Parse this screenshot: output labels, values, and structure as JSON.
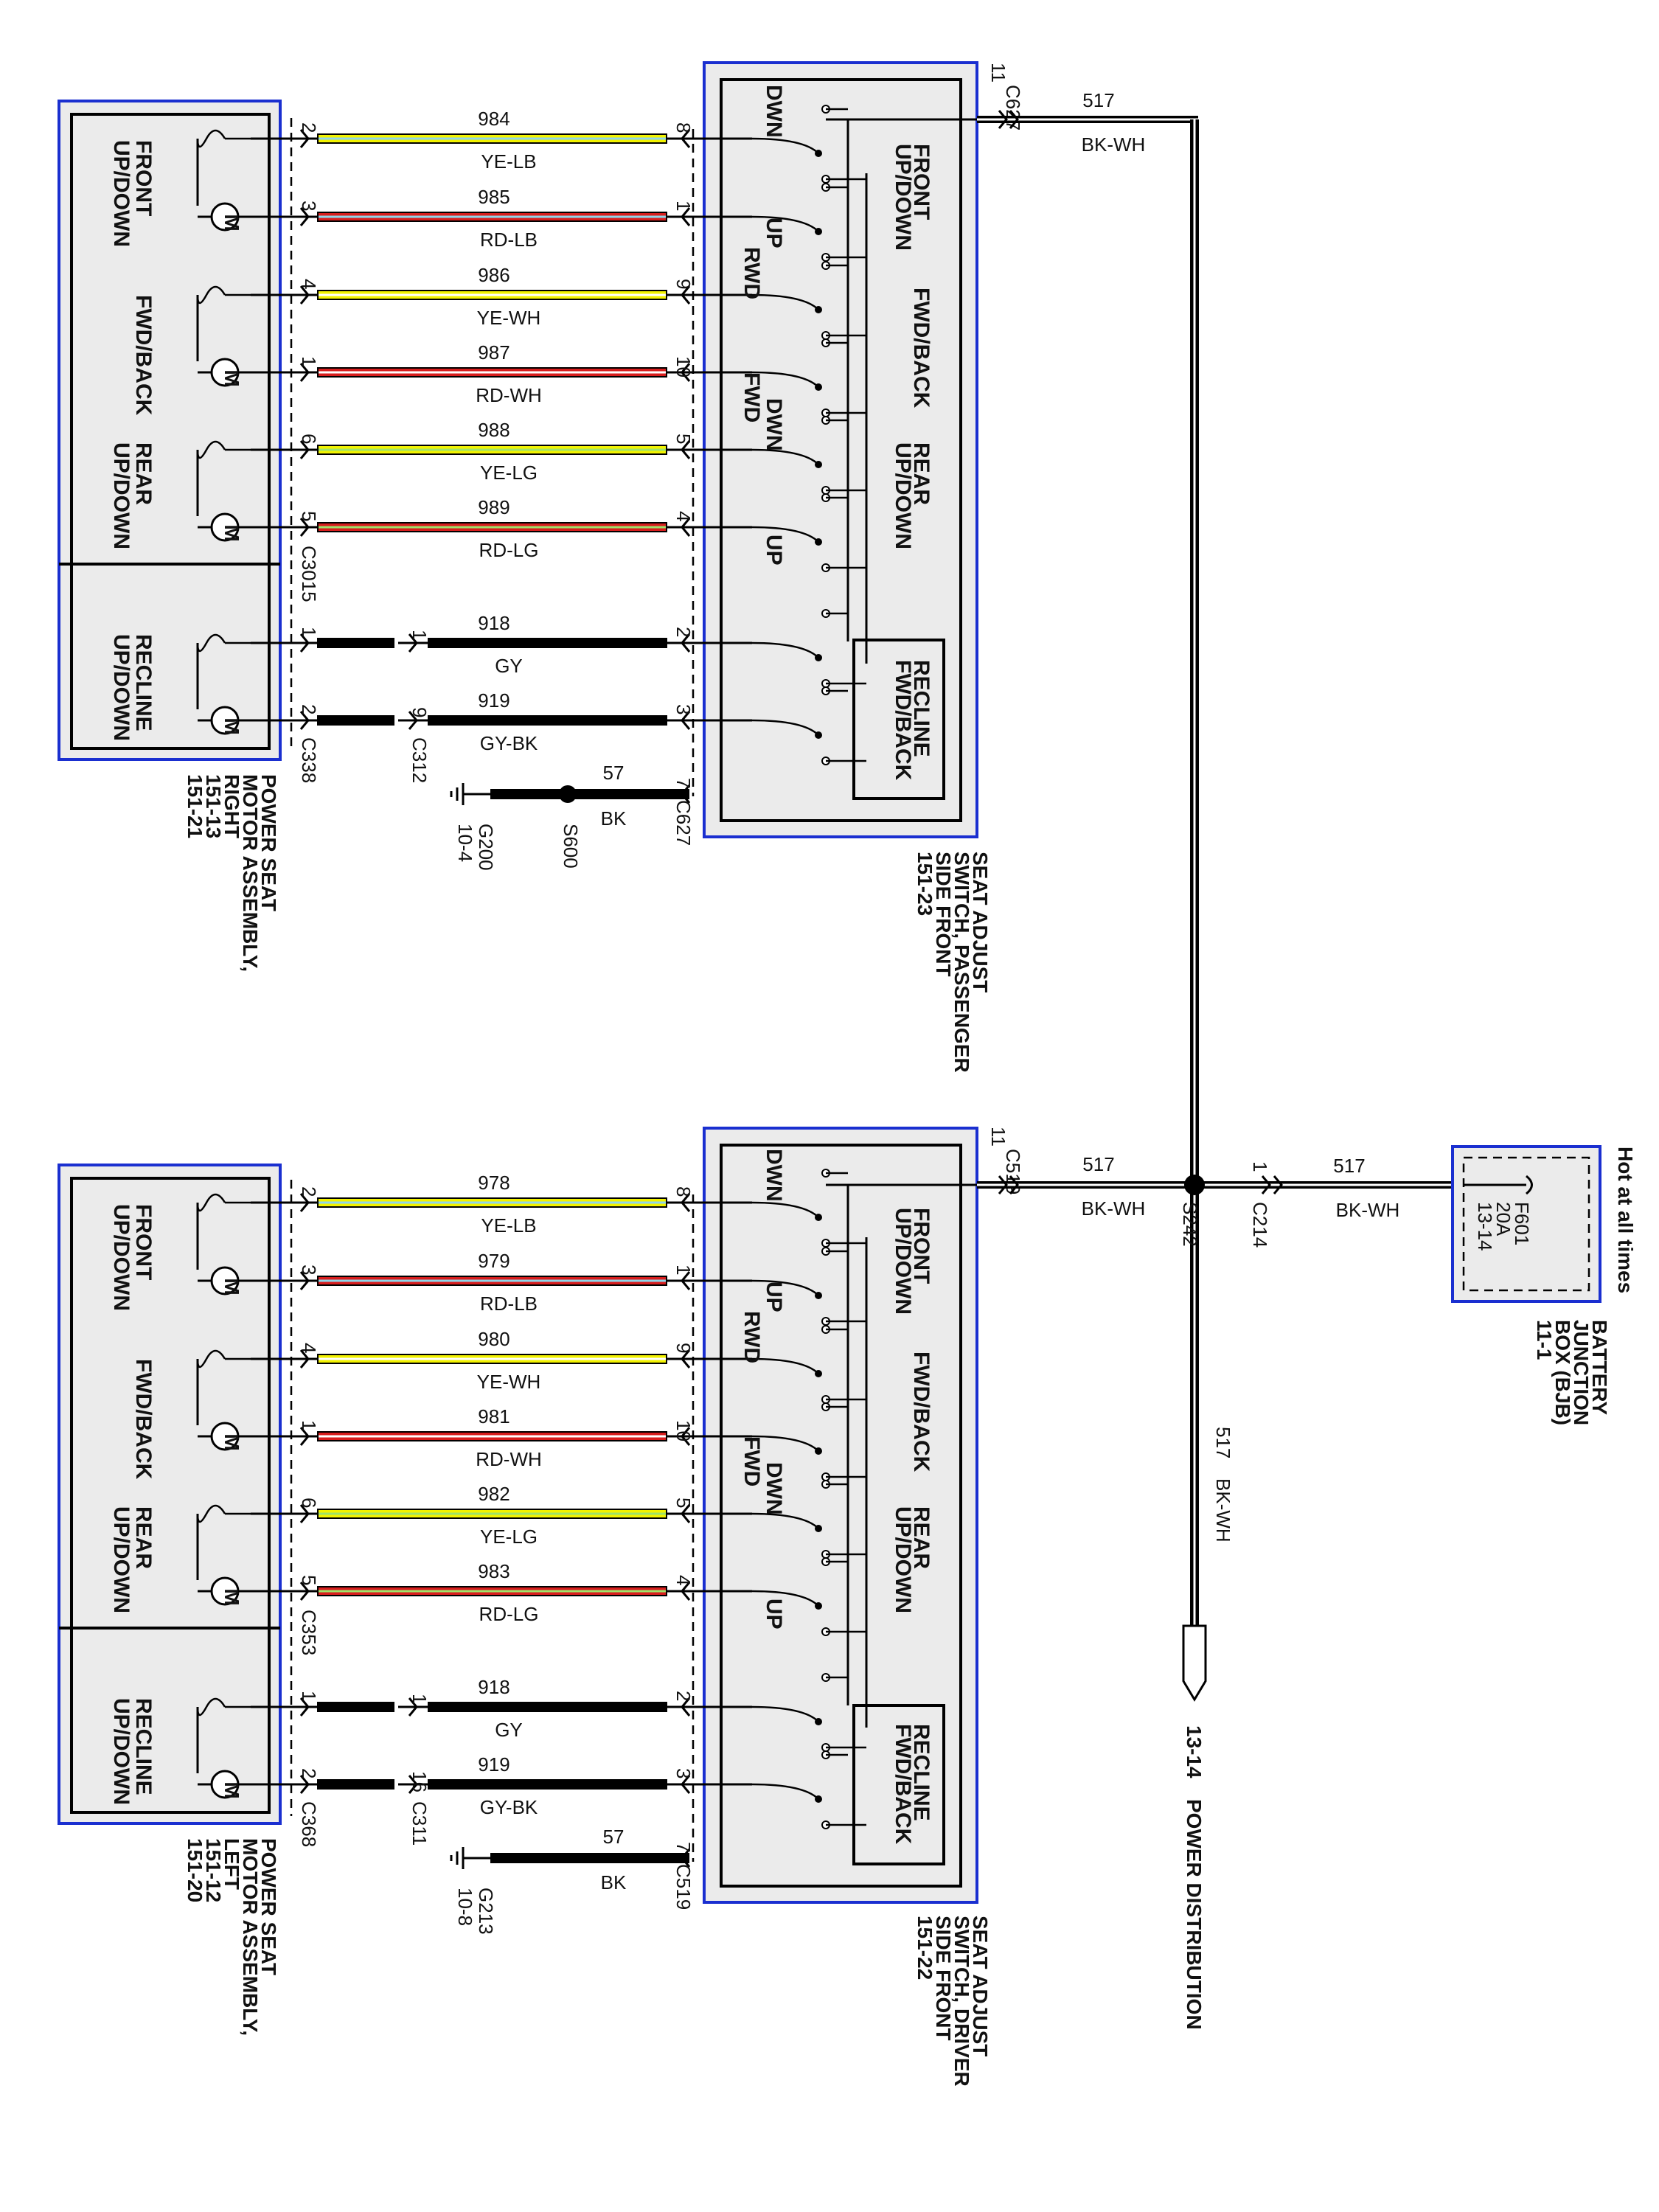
{
  "colors": {
    "YE": "#f2f200",
    "LB": "#8fd6ea",
    "RD": "#d71e1e",
    "WH": "#ffffff",
    "LG": "#9ee36a",
    "GY": "#111111",
    "BK": "#111111",
    "box_border": "#1a2fd0"
  },
  "upper": {
    "motor_assy": {
      "title": [
        "POWER SEAT",
        "MOTOR ASSEMBLY,",
        "RIGHT"
      ],
      "pages": [
        "151-13",
        "151-21"
      ],
      "sections": [
        "FRONT UP/DOWN",
        "FWD/BACK",
        "REAR UP/DOWN",
        "RECLINE UP/DOWN"
      ],
      "connector_a": "C3015",
      "connector_b": "C338"
    },
    "mid_connector": "C312",
    "switch": {
      "title": [
        "SEAT ADJUST",
        "SWITCH, PASSENGER",
        "SIDE FRONT"
      ],
      "page": "151-23",
      "sections": [
        "FRONT UP/DOWN",
        "FWD/BACK",
        "REAR UP/DOWN",
        "RECLINE FWD/BACK"
      ],
      "positions": [
        "DWN",
        "UP",
        "RWD",
        "FWD",
        "DWN",
        "UP"
      ],
      "connector": "C627"
    },
    "wires": [
      {
        "mpin": "2",
        "num": "984",
        "color": "YE-LB",
        "spin": "8"
      },
      {
        "mpin": "3",
        "num": "985",
        "color": "RD-LB",
        "spin": "1"
      },
      {
        "mpin": "4",
        "num": "986",
        "color": "YE-WH",
        "spin": "9"
      },
      {
        "mpin": "1",
        "num": "987",
        "color": "RD-WH",
        "spin": "10"
      },
      {
        "mpin": "6",
        "num": "988",
        "color": "YE-LG",
        "spin": "5"
      },
      {
        "mpin": "5",
        "num": "989",
        "color": "RD-LG",
        "spin": "4"
      },
      {
        "mpin": "1",
        "cpin": "1",
        "num": "918",
        "color": "GY",
        "spin": "2"
      },
      {
        "mpin": "2",
        "cpin": "9",
        "num": "919",
        "color": "GY-BK",
        "spin": "3"
      }
    ],
    "ground": {
      "num": "57",
      "color": "BK",
      "spin": "7",
      "splice": "S600",
      "ground": "G200",
      "page": "10-4"
    },
    "feed": {
      "pin": "11",
      "connector": "C627",
      "num": "517",
      "color": "BK-WH"
    }
  },
  "lower": {
    "motor_assy": {
      "title": [
        "POWER SEAT",
        "MOTOR ASSEMBLY,",
        "LEFT"
      ],
      "pages": [
        "151-12",
        "151-20"
      ],
      "sections": [
        "FRONT UP/DOWN",
        "FWD/BACK",
        "REAR UP/DOWN",
        "RECLINE UP/DOWN"
      ],
      "connector_a": "C353",
      "connector_b": "C368"
    },
    "mid_connector": "C311",
    "switch": {
      "title": [
        "SEAT ADJUST",
        "SWITCH, DRIVER",
        "SIDE FRONT"
      ],
      "page": "151-22",
      "sections": [
        "FRONT UP/DOWN",
        "FWD/BACK",
        "REAR UP/DOWN",
        "RECLINE FWD/BACK"
      ],
      "positions": [
        "DWN",
        "UP",
        "RWD",
        "FWD",
        "DWN",
        "UP"
      ],
      "connector": "C519"
    },
    "wires": [
      {
        "mpin": "2",
        "num": "978",
        "color": "YE-LB",
        "spin": "8"
      },
      {
        "mpin": "3",
        "num": "979",
        "color": "RD-LB",
        "spin": "1"
      },
      {
        "mpin": "4",
        "num": "980",
        "color": "YE-WH",
        "spin": "9"
      },
      {
        "mpin": "1",
        "num": "981",
        "color": "RD-WH",
        "spin": "10"
      },
      {
        "mpin": "6",
        "num": "982",
        "color": "YE-LG",
        "spin": "5"
      },
      {
        "mpin": "5",
        "num": "983",
        "color": "RD-LG",
        "spin": "4"
      },
      {
        "mpin": "1",
        "cpin": "1",
        "num": "918",
        "color": "GY",
        "spin": "2"
      },
      {
        "mpin": "2",
        "cpin": "16",
        "num": "919",
        "color": "GY-BK",
        "spin": "3"
      }
    ],
    "ground": {
      "num": "57",
      "color": "BK",
      "spin": "7",
      "ground": "G213",
      "page": "10-8"
    },
    "feed": {
      "pin": "11",
      "connector": "C519",
      "num": "517",
      "color": "BK-WH"
    }
  },
  "bus": {
    "splice": "S242",
    "num": "517",
    "color": "BK-WH",
    "c214_pin": "1",
    "c214": "C214"
  },
  "bjb": {
    "header": "Hot at all times",
    "fuse": "F601",
    "amps": "20A",
    "page_ref": "13-14",
    "title": [
      "BATTERY",
      "JUNCTION",
      "BOX (BJB)"
    ],
    "page": "11-1"
  },
  "offpage": {
    "ref": "13-14",
    "label": "POWER DISTRIBUTION"
  }
}
